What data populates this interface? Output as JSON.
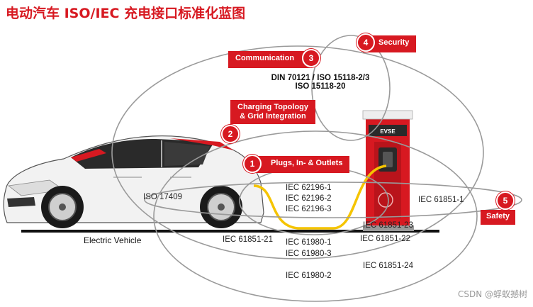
{
  "title": "电动汽车 ISO/IEC 充电接口标准化蓝图",
  "categories": [
    {
      "num": "1",
      "label": "Plugs, In- & Outlets"
    },
    {
      "num": "2",
      "label_line1": "Charging Topology",
      "label_line2": "& Grid Integration"
    },
    {
      "num": "3",
      "label": "Communication"
    },
    {
      "num": "4",
      "label": "Security"
    },
    {
      "num": "5",
      "label": "Safety"
    }
  ],
  "standards": {
    "din_line1": "DIN 70121 / ISO 15118-2/3",
    "din_line2": "ISO 15118-20",
    "iso17409": "ISO 17409",
    "iec62196_1": "IEC 62196-1",
    "iec62196_2": "IEC 62196-2",
    "iec62196_3": "IEC 62196-3",
    "iec61851_1": "IEC 61851-1",
    "iec61851_21": "IEC 61851-21",
    "iec61851_22": "IEC 61851-22",
    "iec61851_23": "IEC 61851-23",
    "iec61851_24": "IEC 61851-24",
    "iec61980_1": "IEC 61980-1",
    "iec61980_2": "IEC 61980-2",
    "iec61980_3": "IEC 61980-3"
  },
  "labels": {
    "vehicle": "Electric Vehicle",
    "charger": "EVSE"
  },
  "watermark": "CSDN @蜉蚁撼树",
  "colors": {
    "accent": "#d71921",
    "ring": "#9a9a9a",
    "cable": "#f5c400"
  }
}
